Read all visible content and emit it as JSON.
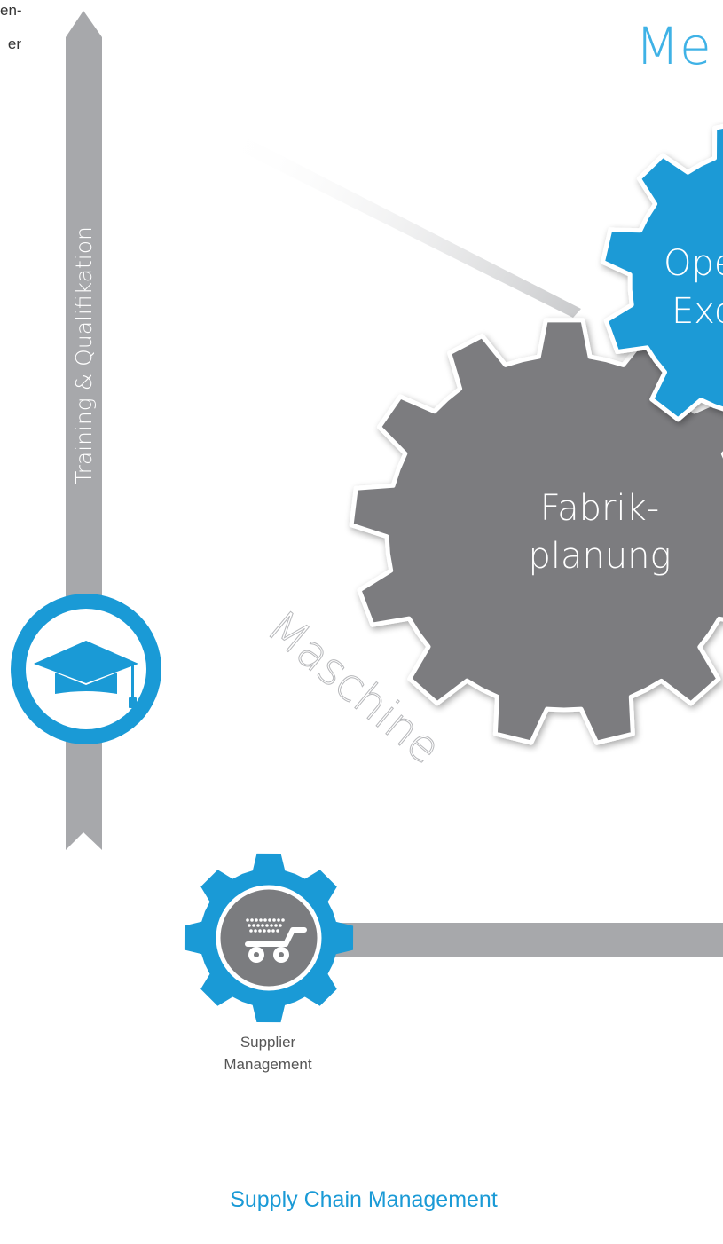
{
  "top_left_fragment": {
    "line1": "en-",
    "line2": "er"
  },
  "title_fragment": "Me",
  "vertical_bar": {
    "label": "Training & Qualifikation",
    "icon": "graduation-cap-icon"
  },
  "gear_gray": {
    "label_line1": "Fabrik-",
    "label_line2": "planung"
  },
  "gear_blue": {
    "label_line1": "Ope",
    "label_line2": "Exc"
  },
  "diagonal_text": "Maschine",
  "supplier": {
    "label_line1": "Supplier",
    "label_line2": "Management",
    "icon": "shopping-cart-icon"
  },
  "footer_label": "Supply Chain Management",
  "colors": {
    "blue": "#1a9ad6",
    "gray": "#7b7c7f",
    "bar": "#a7a8ab",
    "text": "#333333"
  }
}
